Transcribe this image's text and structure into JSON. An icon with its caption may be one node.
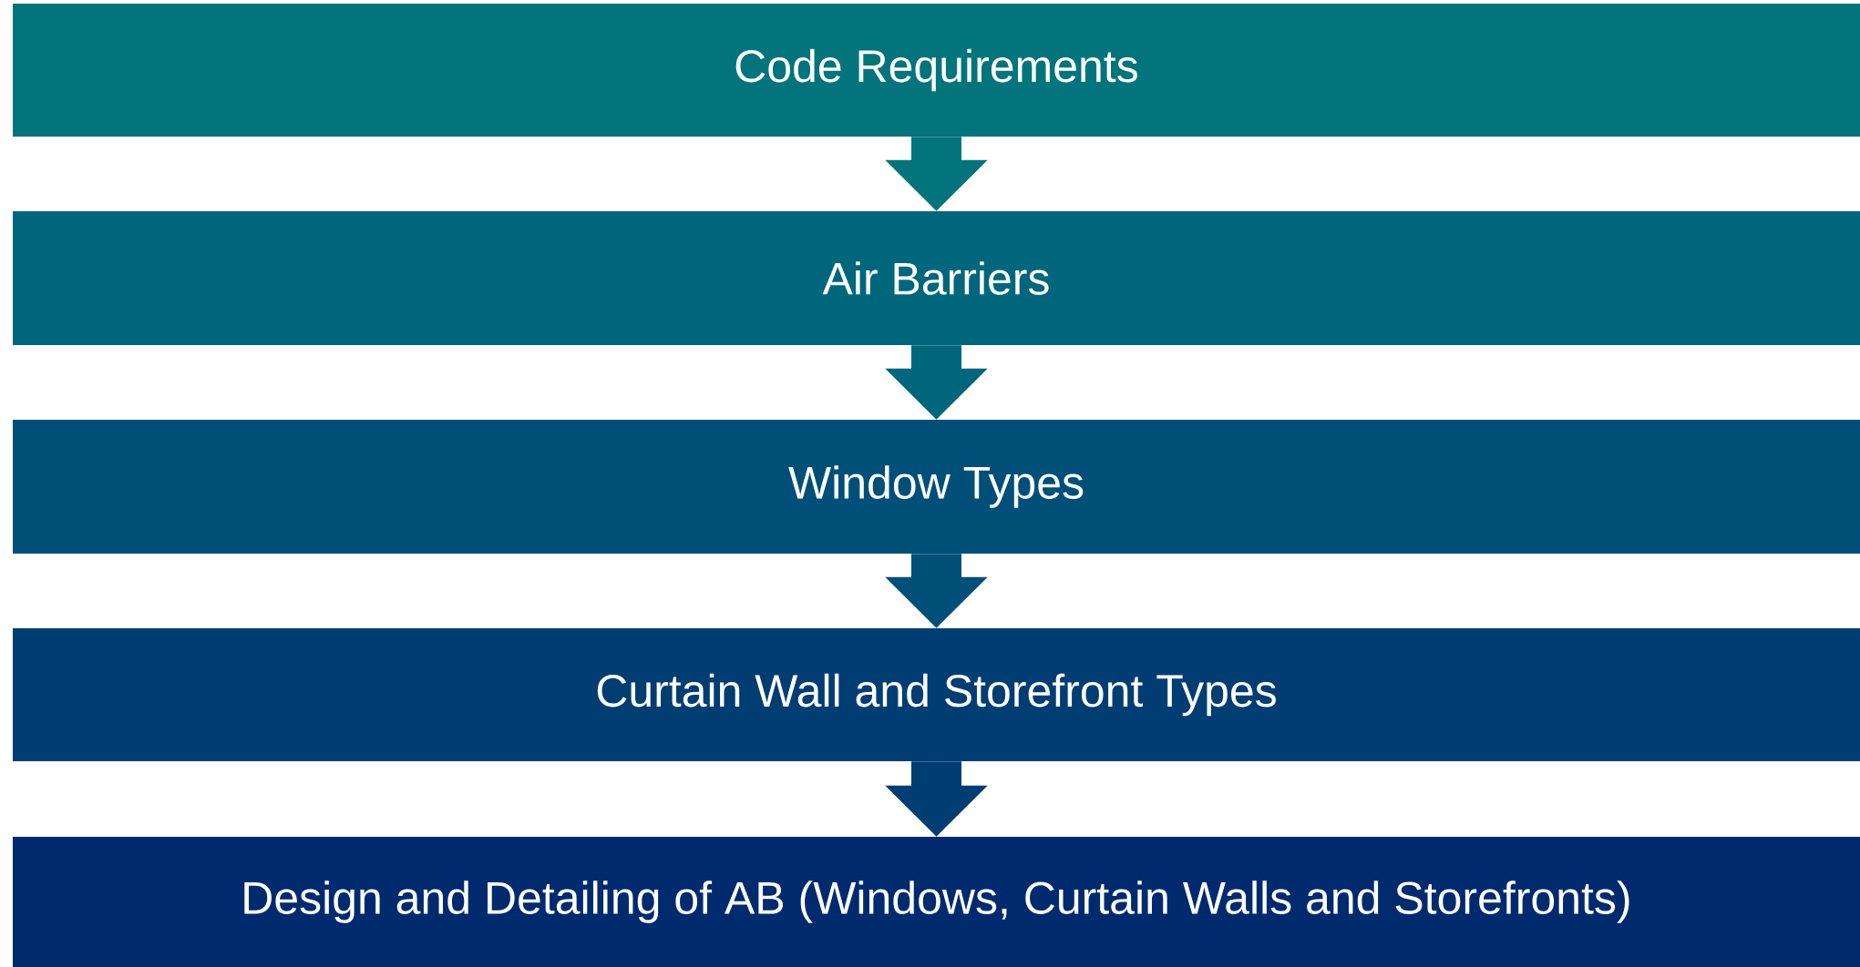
{
  "diagram": {
    "nodes": [
      {
        "text": [
          "Code Requirements"
        ]
      },
      {
        "text": [
          "Air Barriers"
        ]
      },
      {
        "text": [
          "Window Types"
        ]
      },
      {
        "text": [
          "Curtain Wall and Storefront Types"
        ]
      },
      {
        "text": [
          "Design and Detailing of AB (Windows, Curtain Walls and Storefronts)"
        ]
      }
    ],
    "edges": [
      {
        "from": 0,
        "to": 1,
        "arrow": "to"
      },
      {
        "from": 1,
        "to": 2,
        "arrow": "to"
      },
      {
        "from": 2,
        "to": 3,
        "arrow": "to"
      },
      {
        "from": 3,
        "to": 4,
        "arrow": "to"
      }
    ]
  }
}
